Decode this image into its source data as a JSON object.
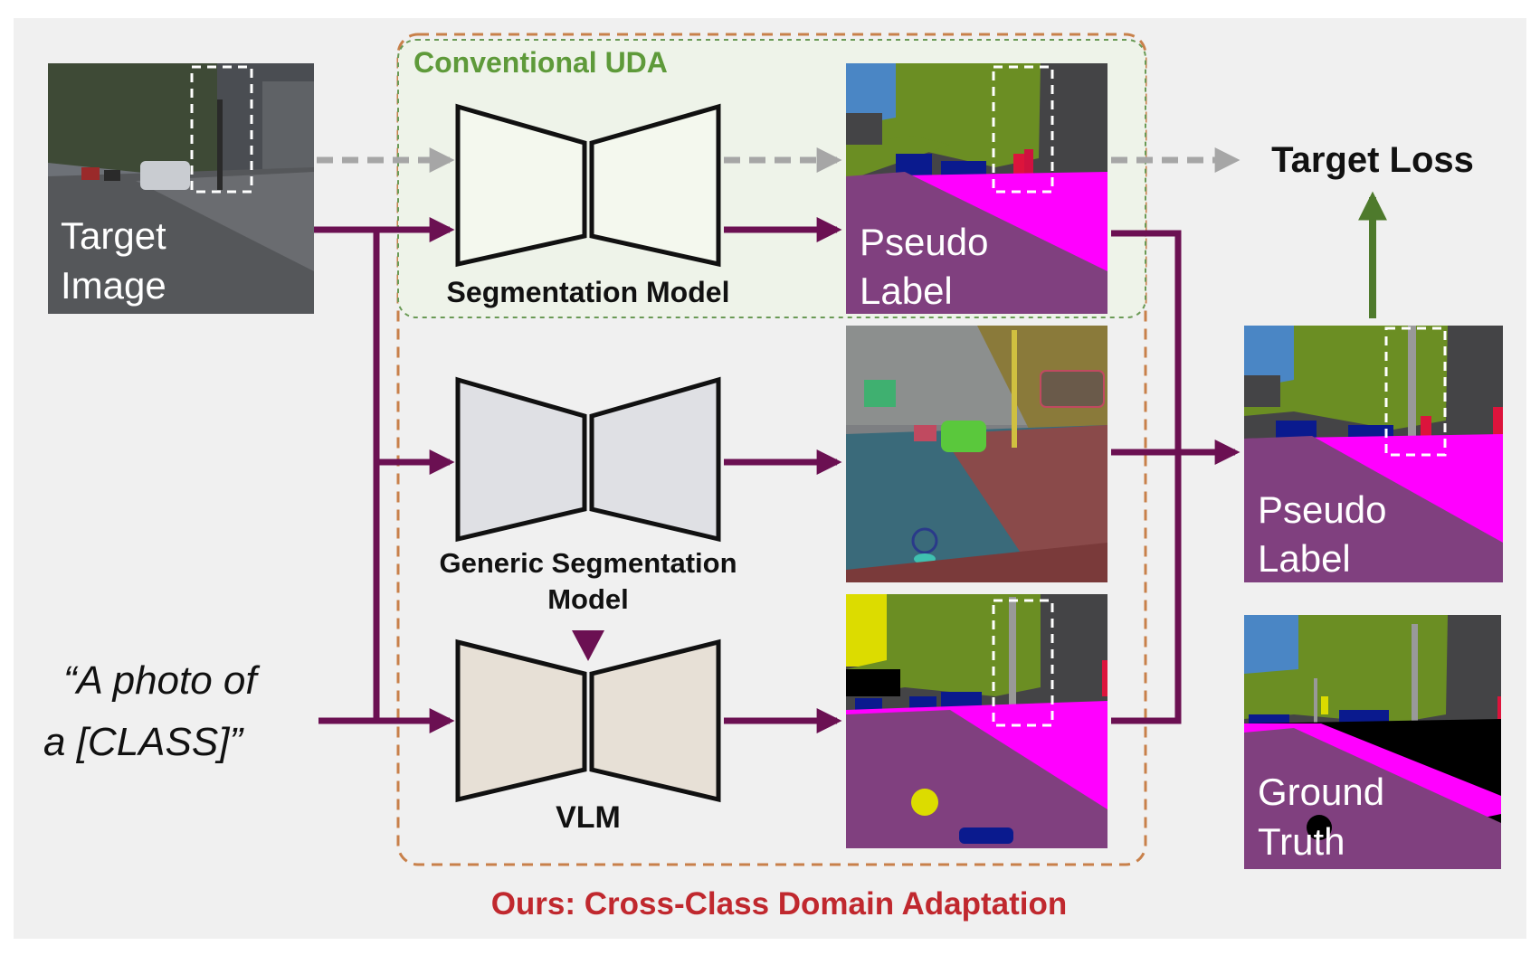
{
  "conventional_uda_label": "Conventional UDA",
  "ours_label": "Ours: Cross-Class Domain Adaptation",
  "target_image_label": [
    "Target",
    "Image"
  ],
  "segmentation_model_label": "Segmentation Model",
  "generic_segmentation_model_label": [
    "Generic Segmentation",
    "Model"
  ],
  "vlm_label": "VLM",
  "pseudo_label_top": [
    "Pseudo",
    "Label"
  ],
  "pseudo_label_right": [
    "Pseudo",
    "Label"
  ],
  "target_loss_label": "Target Loss",
  "ground_truth_label": [
    "Ground",
    "Truth"
  ],
  "prompt_text": [
    "“A photo of",
    "a [CLASS]”"
  ],
  "colors": {
    "panel_bg": "#f0f0f0",
    "conventional_box_fill": "#eef3e9",
    "conventional_box_stroke": "#6a9a55",
    "conventional_text": "#5e9a3a",
    "ours_box_stroke": "#c8804a",
    "ours_text": "#c0282e",
    "flow_arrow": "#6b1052",
    "dashed_arrow": "#a6a6a6",
    "loss_arrow": "#4e7a2c",
    "seg_model_fill": "#f4f8ee",
    "generic_model_fill": "#dfe0e4",
    "vlm_fill": "#e7e0d6"
  }
}
